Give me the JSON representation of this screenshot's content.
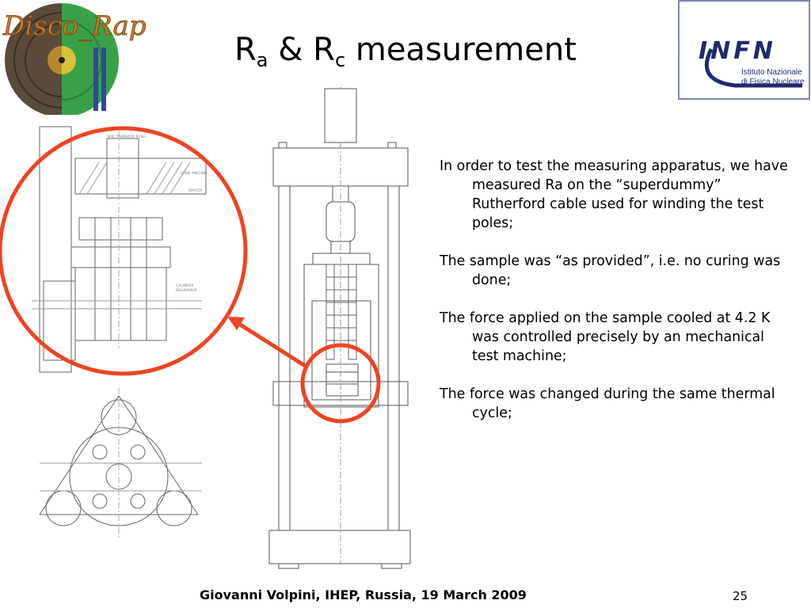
{
  "logos": {
    "left": {
      "text": "Disco_Rap"
    },
    "right": {
      "name": "INFN",
      "line1": "Istituto Nazionale",
      "line2": "di Fisica Nucleare"
    }
  },
  "title": {
    "r1": "R",
    "sub1": "a",
    "amp": " & ",
    "r2": "R",
    "sub2": "c",
    "rest": " measurement"
  },
  "drawing": {
    "label_top": "SPIC TRANSFER PUSH",
    "label_insert": "LOAD ANCHOR",
    "label_cylinder": "CYLINDER",
    "label_cyl_sub": "BEHAVIOUR",
    "label_pad": "SPACER",
    "accent_color": "#ee4422"
  },
  "body": {
    "paragraphs": [
      "In order to test the measuring apparatus, we have measured Ra on the “superdummy” Rutherford cable used for winding the test poles;",
      "The sample was “as provided”, i.e. no curing was done;",
      "The force applied on the sample cooled at 4.2 K was controlled precisely by an mechanical test machine;",
      "The force was changed during the same thermal cycle;"
    ]
  },
  "footer": {
    "author": "Giovanni Volpini, IHEP, Russia, 19 March 2009",
    "page": "25"
  }
}
